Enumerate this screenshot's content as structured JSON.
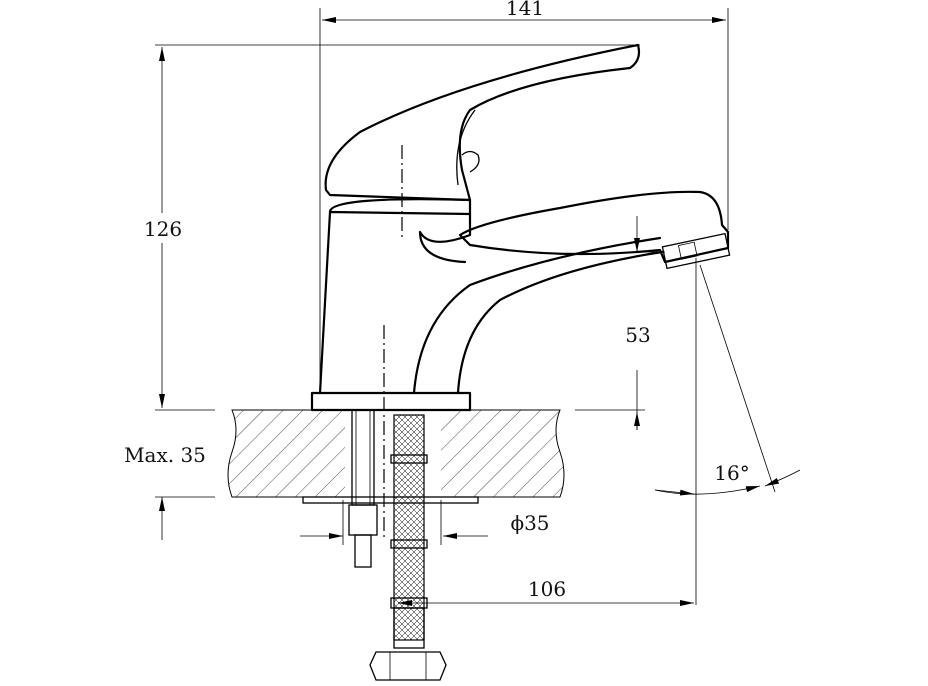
{
  "drawing": {
    "title": "Basin mixer faucet dimension drawing",
    "dimensions": {
      "overall_width": "141",
      "overall_height": "126",
      "spout_height": "53",
      "max_countertop": "Max. 35",
      "spout_angle": "16°",
      "hole_diameter": "ϕ35",
      "spout_reach": "106"
    },
    "line_color": "#000000",
    "background": "#ffffff"
  }
}
